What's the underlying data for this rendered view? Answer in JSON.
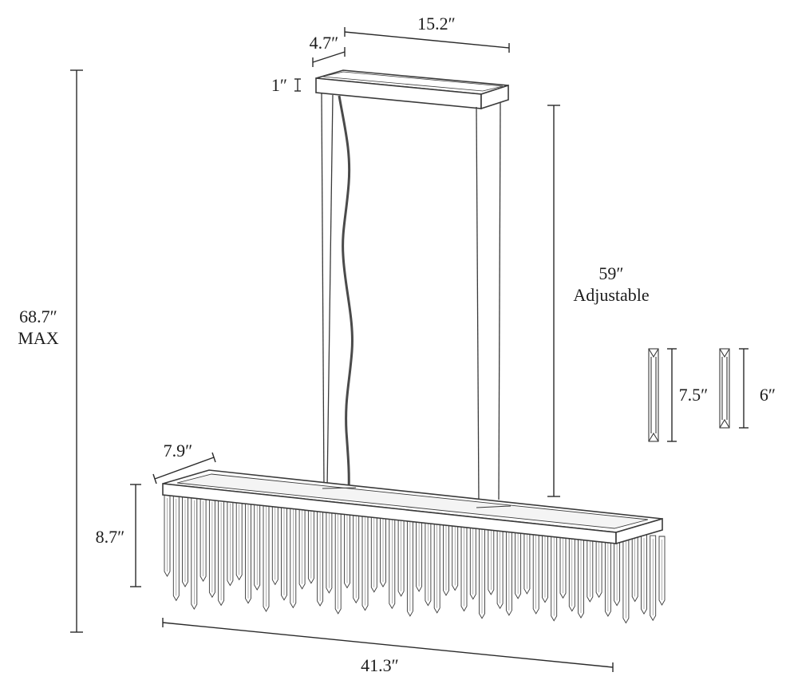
{
  "dimensions": {
    "canopy_depth": "4.7″",
    "canopy_length": "15.2″",
    "canopy_height": "1″",
    "overall_height": "68.7″",
    "overall_height_note": "MAX",
    "rod_length": "59″",
    "rod_note": "Adjustable",
    "crystal_long": "7.5″",
    "crystal_short": "6″",
    "body_depth": "7.9″",
    "body_height": "8.7″",
    "body_length": "41.3″"
  },
  "colors": {
    "line": "#2a2a2a",
    "fixture": "#3a3a3a",
    "background": "#ffffff"
  }
}
